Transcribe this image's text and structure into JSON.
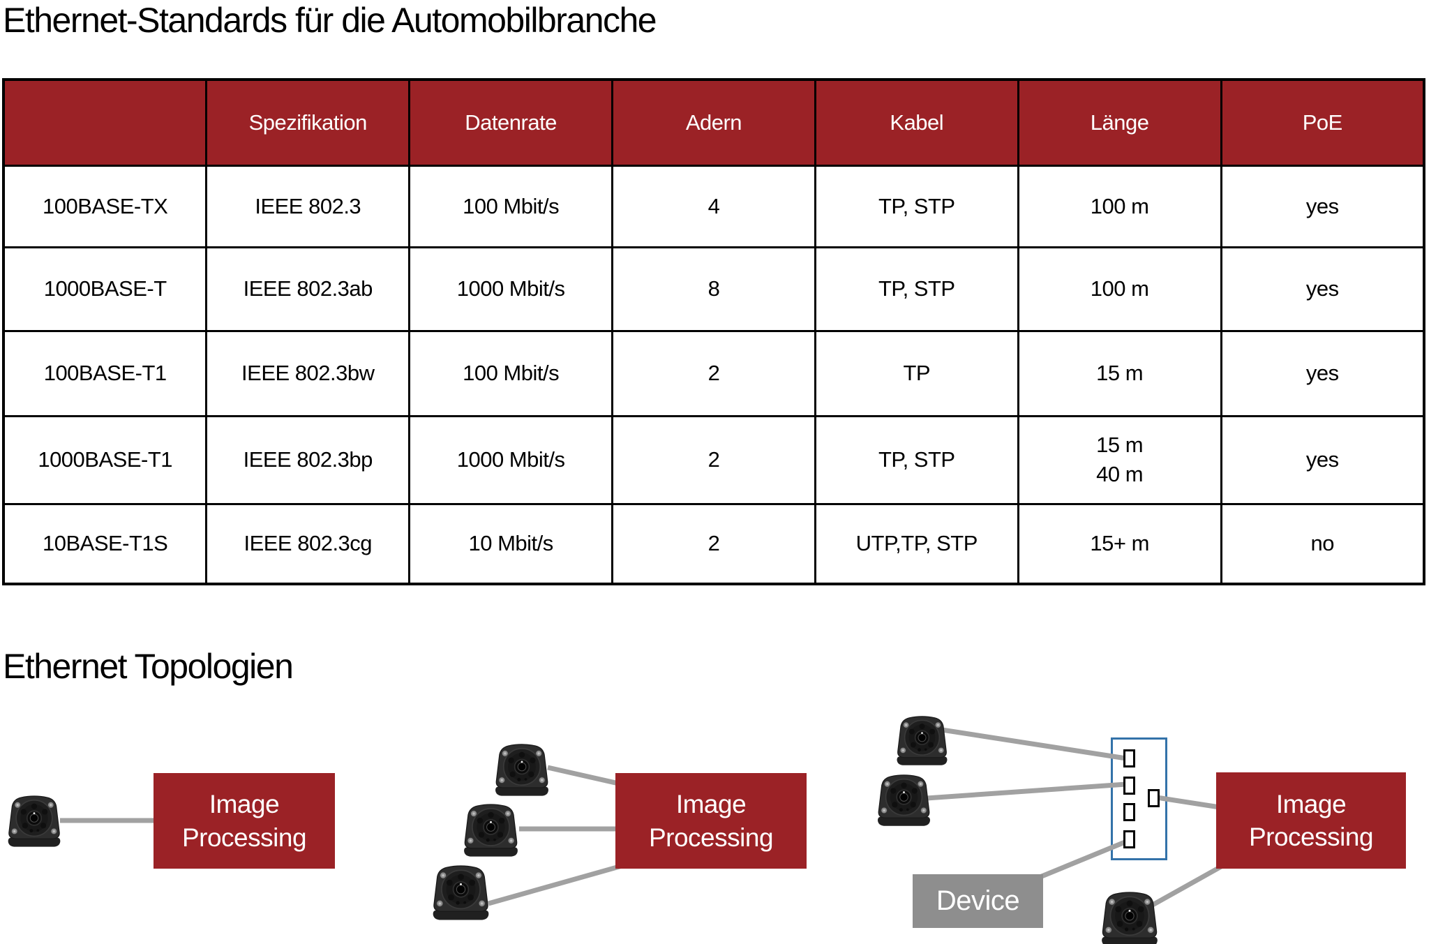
{
  "title": "Ethernet-Standards für die Automobilbranche",
  "section_title": "Ethernet Topologien",
  "colors": {
    "header_red": "#9b2226",
    "processing_box_red": "#9b2226",
    "device_gray": "#8e8e8e",
    "cable_line_gray": "#a1a1a1",
    "switch_border_blue": "#3372a9"
  },
  "table": {
    "headers": [
      "",
      "Spezifikation",
      "Datenrate",
      "Adern",
      "Kabel",
      "Länge",
      "PoE"
    ],
    "rows": [
      [
        "100BASE-TX",
        "IEEE 802.3",
        "100 Mbit/s",
        "4",
        "TP, STP",
        "100 m",
        "yes"
      ],
      [
        "1000BASE-T",
        "IEEE 802.3ab",
        "1000 Mbit/s",
        "8",
        "TP, STP",
        "100 m",
        "yes"
      ],
      [
        "100BASE-T1",
        "IEEE 802.3bw",
        "100 Mbit/s",
        "2",
        "TP",
        "15 m",
        "yes"
      ],
      [
        "1000BASE-T1",
        "IEEE 802.3bp",
        "1000 Mbit/s",
        "2",
        "TP, STP",
        "15 m\n40 m",
        "yes"
      ],
      [
        "10BASE-T1S",
        "IEEE 802.3cg",
        "10 Mbit/s",
        "2",
        "UTP,TP, STP",
        "15+ m",
        "no"
      ]
    ]
  },
  "topologies": {
    "point_to_point": {
      "processor_label": "Image\nProcessing",
      "camera_count": 1
    },
    "star": {
      "processor_label": "Image\nProcessing",
      "camera_count": 3
    },
    "switched": {
      "processor_label": "Image\nProcessing",
      "device_label": "Device",
      "camera_count": 3,
      "switch_port_count": 5
    }
  },
  "icons": {
    "camera": "vehicle-camera-icon",
    "switch": "ethernet-switch",
    "port": "switch-port-icon",
    "cable": "ethernet-cable-line"
  }
}
